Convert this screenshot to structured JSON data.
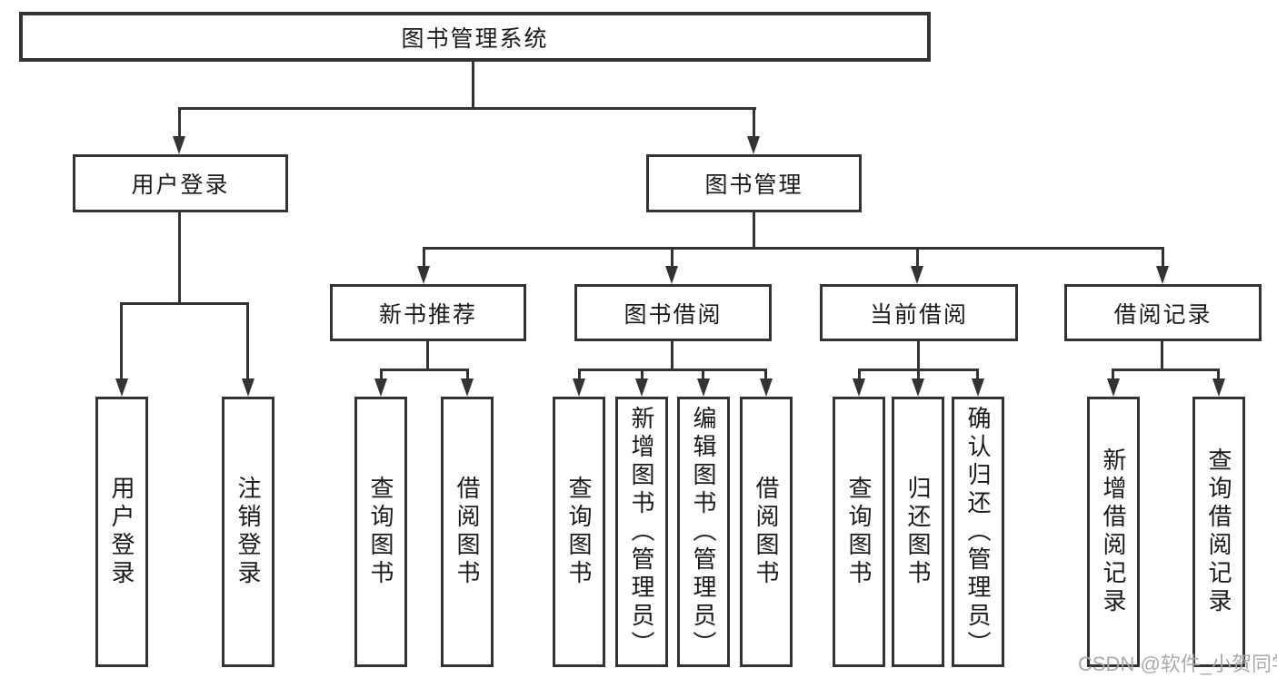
{
  "colors": {
    "line": "#333333",
    "border": "#333333",
    "text": "#1a1a1a",
    "background": "#ffffff",
    "watermark": "#a5a5a5"
  },
  "watermark": {
    "text": "CSDN @软件_小贺同学"
  },
  "tree": {
    "root": {
      "label": "图书管理系统"
    },
    "branches": [
      {
        "label": "用户登录",
        "children": [
          {
            "label": "用户登录"
          },
          {
            "label": "注销登录"
          }
        ]
      },
      {
        "label": "图书管理",
        "children": [
          {
            "label": "新书推荐",
            "children": [
              {
                "label": "查询图书"
              },
              {
                "label": "借阅图书"
              }
            ]
          },
          {
            "label": "图书借阅",
            "children": [
              {
                "label": "查询图书"
              },
              {
                "label": "新增图书（管理员）"
              },
              {
                "label": "编辑图书（管理员）"
              },
              {
                "label": "借阅图书"
              }
            ]
          },
          {
            "label": "当前借阅",
            "children": [
              {
                "label": "查询图书"
              },
              {
                "label": "归还图书"
              },
              {
                "label": "确认归还（管理员）"
              }
            ]
          },
          {
            "label": "借阅记录",
            "children": [
              {
                "label": "新增借阅记录"
              },
              {
                "label": "查询借阅记录"
              }
            ]
          }
        ]
      }
    ]
  }
}
